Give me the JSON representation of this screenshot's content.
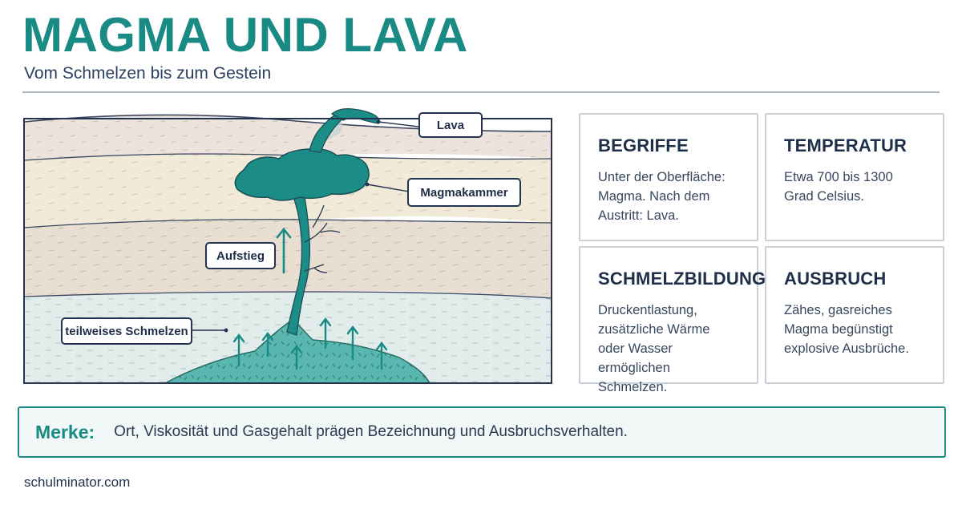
{
  "header": {
    "title": "MAGMA UND LAVA",
    "subtitle": "Vom Schmelzen bis zum Gestein"
  },
  "diagram": {
    "labels": {
      "lava": "Lava",
      "magma_chamber": "Magmakammer",
      "ascent": "Aufstieg",
      "partial_melting": "teilweises Schmelzen"
    }
  },
  "cards": [
    {
      "title": "BEGRIFFE",
      "text": "Unter der Oberfläche: Magma. Nach dem Austritt: Lava."
    },
    {
      "title": "TEMPERATUR",
      "text": "Etwa 700 bis 1300 Grad Celsius."
    },
    {
      "title": "SCHMELZBILDUNG",
      "text": "Druckentlastung, zusätzliche Wärme oder Wasser ermöglichen Schmelzen."
    },
    {
      "title": "AUSBRUCH",
      "text": "Zähes, gasreiches Magma begünstigt explosive Ausbrüche."
    }
  ],
  "note": {
    "label": "Merke:",
    "text": "Ort, Viskosität und Gasgehalt prägen Bezeichnung und Ausbruchsverhalten."
  },
  "footer": {
    "text": "schulminator.com"
  },
  "colors": {
    "accent": "#1a8a84",
    "magma": "#1c8c86",
    "dark": "#24344f"
  }
}
